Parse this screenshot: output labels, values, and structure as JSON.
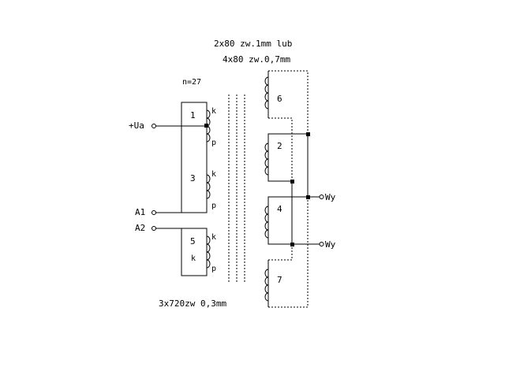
{
  "annotations": {
    "top_line1": "2x80 zw.1mm lub",
    "top_line2": "4x80 zw.0,7mm",
    "turns": "n=27",
    "bottom": "3x720zw 0,3mm"
  },
  "terminals": {
    "ua": "+Ua",
    "a1": "A1",
    "a2": "A2",
    "wy1": "Wy",
    "wy2": "Wy"
  },
  "primary": {
    "w1": "1",
    "w3": "3",
    "w5": "5",
    "marks": [
      "k",
      "p",
      "k",
      "p",
      "k",
      "k",
      "p"
    ]
  },
  "secondary": {
    "w6": "6",
    "w2": "2",
    "w4": "4",
    "w7": "7"
  }
}
